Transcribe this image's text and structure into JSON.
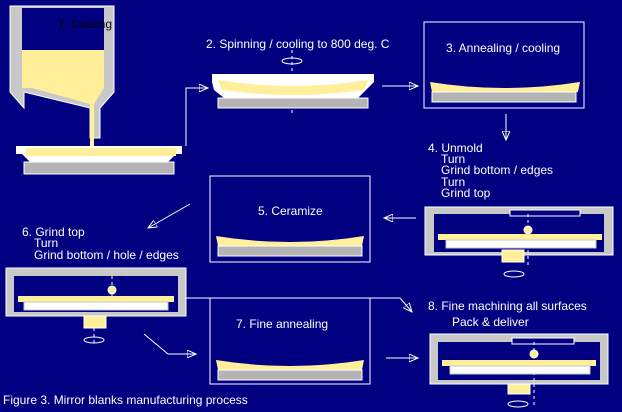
{
  "steps": {
    "s1": {
      "label": "1. Casting"
    },
    "s2": {
      "label": "2. Spinning / cooling to 800 deg. C"
    },
    "s3": {
      "label": "3. Annealing / cooling"
    },
    "s4": {
      "lines": [
        "4. Unmold",
        "Turn",
        "Grind bottom / edges",
        "Turn",
        "Grind top"
      ]
    },
    "s5": {
      "label": "5. Ceramize"
    },
    "s6": {
      "lines": [
        "6. Grind top",
        "Turn",
        "Grind bottom / hole / edges"
      ]
    },
    "s7": {
      "label": "7. Fine annealing"
    },
    "s8": {
      "lines": [
        "8. Fine machining all surfaces",
        "Pack & deliver"
      ]
    }
  },
  "caption": "Figure 3. Mirror blanks manufacturing process",
  "colors": {
    "background": "#000080",
    "glass": "#ffef9a",
    "mold": "#c8c8c8",
    "tray": "#b4b4b4",
    "outline": "#ffffff"
  }
}
